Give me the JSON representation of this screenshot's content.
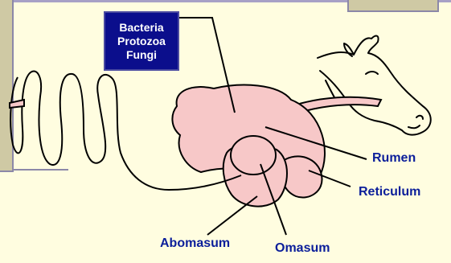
{
  "microbes": [
    "Bacteria",
    "Protozoa",
    "Fungi"
  ],
  "labels": {
    "rumen": "Rumen",
    "reticulum": "Reticulum",
    "abomasum": "Abomasum",
    "omasum": "Omasum"
  },
  "colors": {
    "organ_fill": "#f7c8c8",
    "label_text": "#0b1e9a",
    "box_fill": "#0b0e8c",
    "background": "#fffde0"
  }
}
